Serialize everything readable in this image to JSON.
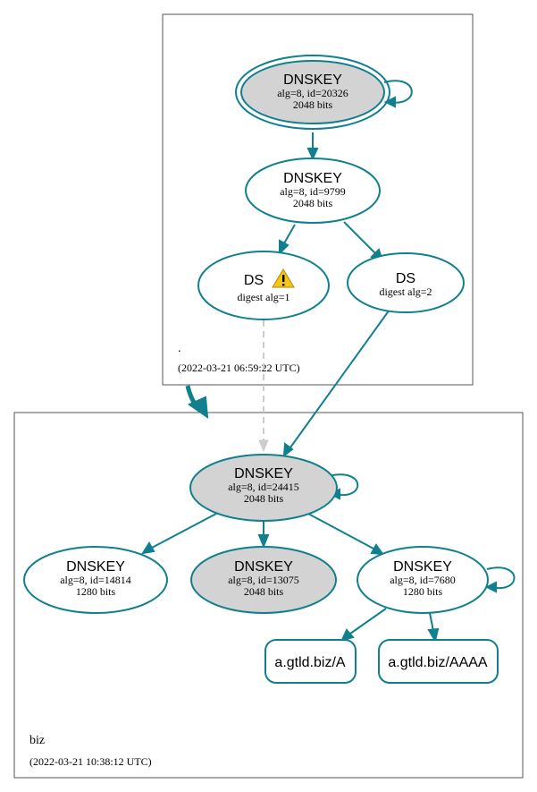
{
  "colors": {
    "edge": "#10808f",
    "node_stroke": "#10808f",
    "node_fill_plain": "#ffffff",
    "node_fill_grey": "#d3d3d3",
    "dashed_edge": "#cccccc",
    "warning": "#f5c518"
  },
  "zones": {
    "root": {
      "name": ".",
      "timestamp": "(2022-03-21 06:59:22 UTC)"
    },
    "biz": {
      "name": "biz",
      "timestamp": "(2022-03-21 10:38:12 UTC)"
    }
  },
  "nodes": {
    "root_ksk": {
      "title": "DNSKEY",
      "line1": "alg=8, id=20326",
      "line2": "2048 bits"
    },
    "root_zsk": {
      "title": "DNSKEY",
      "line1": "alg=8, id=9799",
      "line2": "2048 bits"
    },
    "ds1": {
      "title": "DS",
      "line1": "digest alg=1",
      "icon": "warning-icon"
    },
    "ds2": {
      "title": "DS",
      "line1": "digest alg=2"
    },
    "biz_ksk": {
      "title": "DNSKEY",
      "line1": "alg=8, id=24415",
      "line2": "2048 bits"
    },
    "biz_k14814": {
      "title": "DNSKEY",
      "line1": "alg=8, id=14814",
      "line2": "1280 bits"
    },
    "biz_k13075": {
      "title": "DNSKEY",
      "line1": "alg=8, id=13075",
      "line2": "2048 bits"
    },
    "biz_k7680": {
      "title": "DNSKEY",
      "line1": "alg=8, id=7680",
      "line2": "1280 bits"
    },
    "rr_a": {
      "label": "a.gtld.biz/A"
    },
    "rr_aaaa": {
      "label": "a.gtld.biz/AAAA"
    }
  }
}
